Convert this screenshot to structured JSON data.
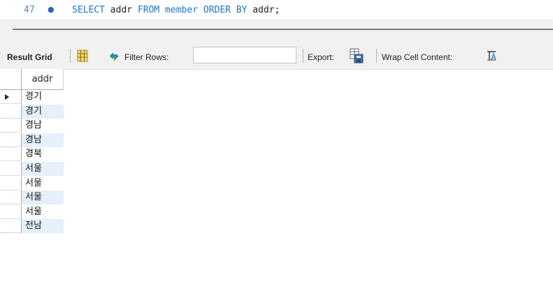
{
  "editor": {
    "line_number": "47",
    "exec_marker": "●",
    "tokens": [
      {
        "text": "SELECT",
        "kind": "kw"
      },
      {
        "text": " ",
        "kind": "id"
      },
      {
        "text": "addr",
        "kind": "id"
      },
      {
        "text": " ",
        "kind": "id"
      },
      {
        "text": "FROM",
        "kind": "kw"
      },
      {
        "text": " ",
        "kind": "id"
      },
      {
        "text": "member",
        "kind": "kw"
      },
      {
        "text": " ",
        "kind": "id"
      },
      {
        "text": "ORDER BY",
        "kind": "kw"
      },
      {
        "text": " ",
        "kind": "id"
      },
      {
        "text": "addr",
        "kind": "id"
      },
      {
        "text": ";",
        "kind": "id"
      }
    ]
  },
  "toolbar": {
    "result_grid_label": "Result Grid",
    "filter_label": "Filter Rows:",
    "filter_value": "",
    "export_label": "Export:",
    "wrap_label": "Wrap Cell Content:",
    "icons": [
      "grid-layout-icon",
      "refresh-icon",
      "export-icon",
      "wrap-cell-icon"
    ]
  },
  "grid": {
    "column": "addr",
    "selected_row": 0,
    "rows": [
      "경기",
      "경기",
      "경남",
      "경남",
      "경북",
      "서울",
      "서울",
      "서울",
      "서울",
      "전남"
    ]
  },
  "colors": {
    "keyword": "#1f73c8",
    "alt_row": "#e5f0fb",
    "toolbar_bg": "#f1f1f1"
  }
}
